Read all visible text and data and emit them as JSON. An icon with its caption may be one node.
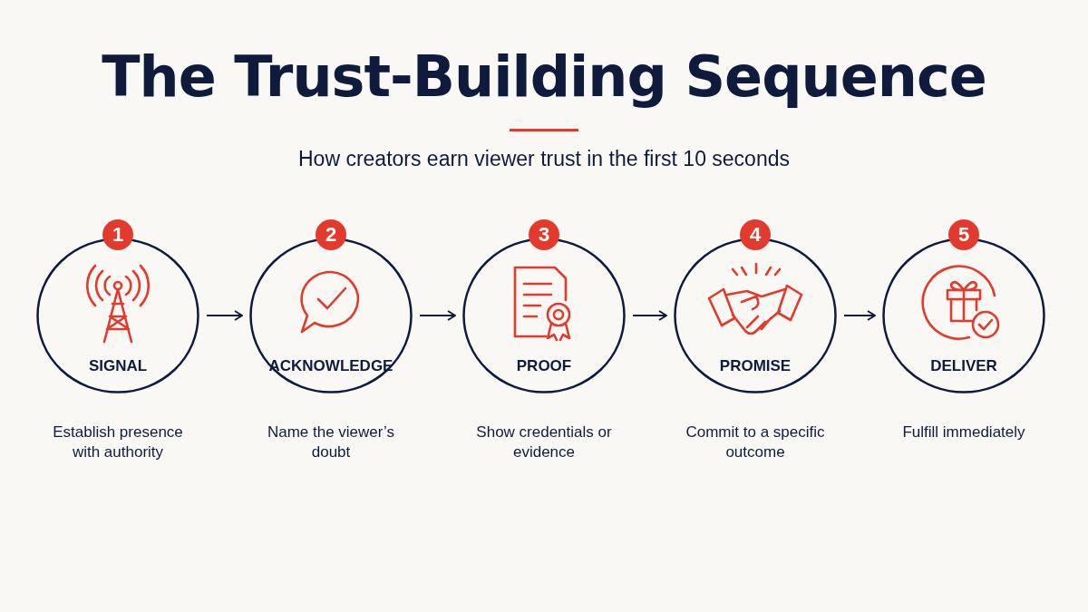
{
  "diagram": {
    "title": "The Trust-Building Sequence",
    "caption": "How creators earn viewer trust in the first 10 seconds",
    "nodes": [
      {
        "text": [
          "1",
          "SIGNAL"
        ],
        "beside": [
          "Establish presence with authority"
        ]
      },
      {
        "text": [
          "2",
          "ACKNOWLEDGE"
        ],
        "beside": [
          "Name the viewer’s doubt"
        ]
      },
      {
        "text": [
          "3",
          "PROOF"
        ],
        "beside": [
          "Show credentials or evidence"
        ]
      },
      {
        "text": [
          "4",
          "PROMISE"
        ],
        "beside": [
          "Commit to a specific outcome"
        ]
      },
      {
        "text": [
          "5",
          "DELIVER"
        ],
        "beside": [
          "Fulfill immediately"
        ]
      }
    ],
    "edges": [
      {
        "from": 0,
        "to": 1,
        "arrow": "to"
      },
      {
        "from": 1,
        "to": 2,
        "arrow": "to"
      },
      {
        "from": 2,
        "to": 3,
        "arrow": "to"
      },
      {
        "from": 3,
        "to": 4,
        "arrow": "to"
      }
    ]
  }
}
